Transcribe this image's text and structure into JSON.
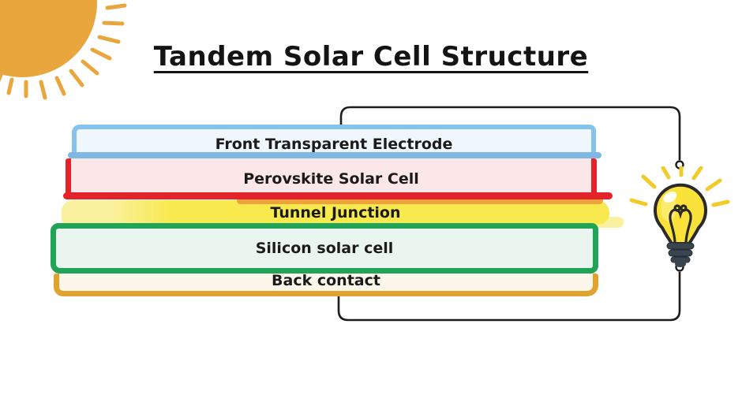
{
  "title": "Tandem Solar Cell Structure",
  "layers": [
    {
      "label": "Front Transparent Electrode",
      "border_color": "#86C2EE",
      "fill_color": "#EFF6FC"
    },
    {
      "label": "Perovskite Solar Cell",
      "border_color": "#E3222A",
      "fill_color": "#FBE6E8"
    },
    {
      "label": "Tunnel Junction",
      "border_color": "#F0A23A",
      "fill_color": "#F7E94E"
    },
    {
      "label": "Silicon solar cell",
      "border_color": "#21A458",
      "fill_color": "#EAF5EF"
    },
    {
      "label": "Back contact",
      "border_color": "#DFA32E",
      "fill_color": "#FDF7EB"
    }
  ],
  "decorations": {
    "sun_icon": "sun-icon",
    "bulb_icon": "light-bulb-icon",
    "sun_color": "#E8A63C",
    "bulb_glass_color": "#FBE23B",
    "bulb_ray_color": "#F2CB28",
    "bulb_base_color": "#3A444E",
    "wire_color": "#1C1C1C",
    "text_color": "#1B1B1B",
    "background_color": "#FFFFFF"
  }
}
